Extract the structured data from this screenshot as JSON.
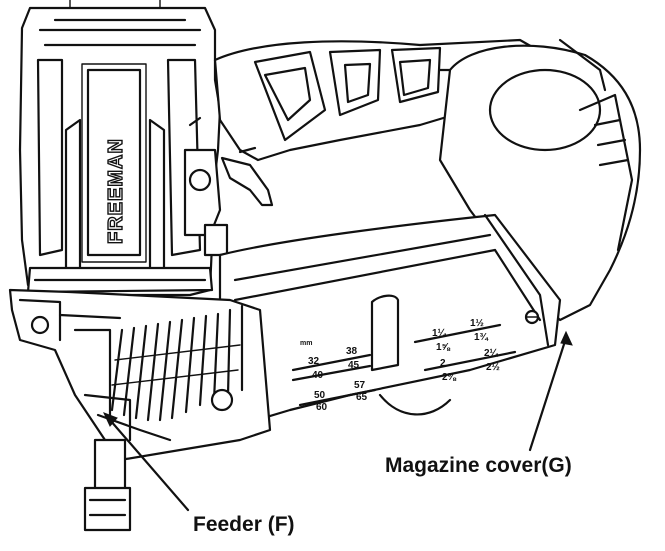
{
  "brand_text": "FREEMAN",
  "callouts": {
    "magazine_cover": "Magazine cover(G)",
    "feeder": "Feeder (F)"
  },
  "scale": {
    "unit": "mm",
    "metric_row1_left": "32",
    "metric_row1_right": "38",
    "metric_row2_left": "40",
    "metric_row2_right": "45",
    "metric_row3_left": "50",
    "metric_row3_right": "57",
    "metric_row4_left": "60",
    "metric_row4_right": "65",
    "inch_row1_left": "1¼",
    "inch_row1_right": "1½",
    "inch_row2_left": "1⅝",
    "inch_row2_right": "1¾",
    "inch_row3_left": "2",
    "inch_row3_right": "2¼",
    "inch_row4_left": "2⅜",
    "inch_row4_right": "2½"
  }
}
